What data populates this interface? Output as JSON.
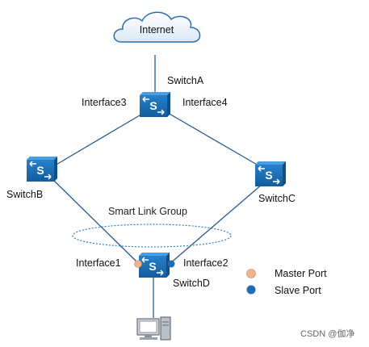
{
  "cloud": {
    "label": "Internet"
  },
  "switches": {
    "a": {
      "label": "SwitchA"
    },
    "b": {
      "label": "SwitchB"
    },
    "c": {
      "label": "SwitchC"
    },
    "d": {
      "label": "SwitchD"
    }
  },
  "interfaces": {
    "i1": "Interface1",
    "i2": "Interface2",
    "i3": "Interface3",
    "i4": "Interface4"
  },
  "group": {
    "label": "Smart Link Group"
  },
  "legend": {
    "master": {
      "label": "Master Port",
      "color": "#f0b48a"
    },
    "slave": {
      "label": "Slave Port",
      "color": "#1f6fb2"
    }
  },
  "watermark": "CSDN @伽净",
  "colors": {
    "switch_fill": "#1a6fb5",
    "switch_dark": "#0f4f86",
    "link": "#2a5a8a",
    "ellipse": "#2f7fc1"
  },
  "icons": {
    "switch": "switch-icon",
    "cloud": "cloud-icon",
    "pc": "pc-icon"
  }
}
